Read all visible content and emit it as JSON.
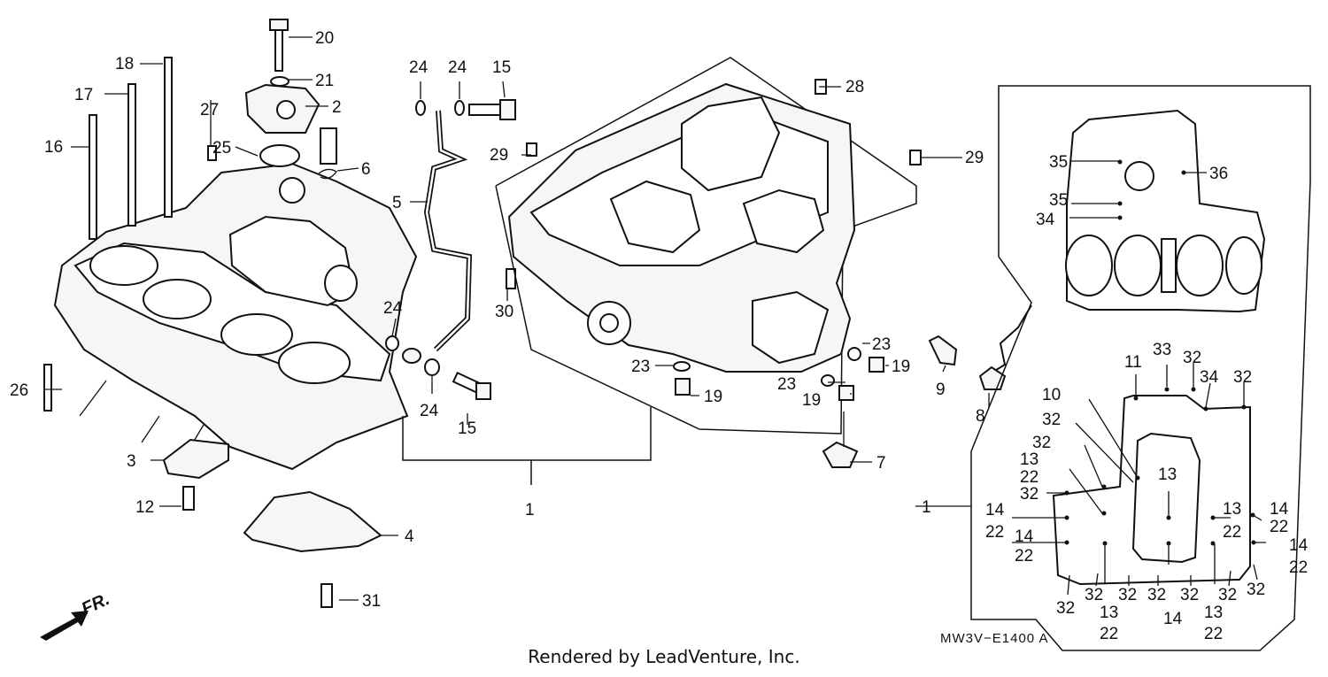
{
  "diagram": {
    "code": "MW3V−E1400 A",
    "direction_label": "FR.",
    "footer": "Rendered by LeadVenture, Inc."
  },
  "labels": [
    {
      "id": "20",
      "text": "20"
    },
    {
      "id": "21",
      "text": "21"
    },
    {
      "id": "2",
      "text": "2"
    },
    {
      "id": "18",
      "text": "18"
    },
    {
      "id": "17",
      "text": "17"
    },
    {
      "id": "16",
      "text": "16"
    },
    {
      "id": "27",
      "text": "27"
    },
    {
      "id": "25",
      "text": "25"
    },
    {
      "id": "6",
      "text": "6"
    },
    {
      "id": "24a",
      "text": "24"
    },
    {
      "id": "24b",
      "text": "24"
    },
    {
      "id": "15a",
      "text": "15"
    },
    {
      "id": "28",
      "text": "28"
    },
    {
      "id": "29a",
      "text": "29"
    },
    {
      "id": "29b",
      "text": "29"
    },
    {
      "id": "5",
      "text": "5"
    },
    {
      "id": "30",
      "text": "30"
    },
    {
      "id": "24c",
      "text": "24"
    },
    {
      "id": "24d",
      "text": "24"
    },
    {
      "id": "15b",
      "text": "15"
    },
    {
      "id": "23a",
      "text": "23"
    },
    {
      "id": "19a",
      "text": "19"
    },
    {
      "id": "23b",
      "text": "23"
    },
    {
      "id": "19b",
      "text": "19"
    },
    {
      "id": "23c",
      "text": "23"
    },
    {
      "id": "19c",
      "text": "19"
    },
    {
      "id": "9",
      "text": "9"
    },
    {
      "id": "8",
      "text": "8"
    },
    {
      "id": "7",
      "text": "7"
    },
    {
      "id": "26",
      "text": "26"
    },
    {
      "id": "3",
      "text": "3"
    },
    {
      "id": "12",
      "text": "12"
    },
    {
      "id": "4",
      "text": "4"
    },
    {
      "id": "31",
      "text": "31"
    },
    {
      "id": "1a",
      "text": "1"
    },
    {
      "id": "1b",
      "text": "1"
    },
    {
      "id": "35a",
      "text": "35"
    },
    {
      "id": "36",
      "text": "36"
    },
    {
      "id": "35b",
      "text": "35"
    },
    {
      "id": "34a",
      "text": "34"
    },
    {
      "id": "11",
      "text": "11"
    },
    {
      "id": "33",
      "text": "33"
    },
    {
      "id": "32a",
      "text": "32"
    },
    {
      "id": "34b",
      "text": "34"
    },
    {
      "id": "32b",
      "text": "32"
    },
    {
      "id": "10",
      "text": "10"
    },
    {
      "id": "32c",
      "text": "32"
    },
    {
      "id": "32d",
      "text": "32"
    },
    {
      "id": "13a",
      "text": "13"
    },
    {
      "id": "22a",
      "text": "22"
    },
    {
      "id": "32e",
      "text": "32"
    },
    {
      "id": "13b",
      "text": "13"
    },
    {
      "id": "14a",
      "text": "14"
    },
    {
      "id": "22b",
      "text": "22"
    },
    {
      "id": "14b",
      "text": "14"
    },
    {
      "id": "22c",
      "text": "22"
    },
    {
      "id": "13c",
      "text": "13"
    },
    {
      "id": "22d",
      "text": "22"
    },
    {
      "id": "14c",
      "text": "14"
    },
    {
      "id": "22e",
      "text": "22"
    },
    {
      "id": "14d",
      "text": "14"
    },
    {
      "id": "22f",
      "text": "22"
    },
    {
      "id": "32f",
      "text": "32"
    },
    {
      "id": "32g",
      "text": "32"
    },
    {
      "id": "32h",
      "text": "32"
    },
    {
      "id": "32i",
      "text": "32"
    },
    {
      "id": "32j",
      "text": "32"
    },
    {
      "id": "32k",
      "text": "32"
    },
    {
      "id": "32l",
      "text": "32"
    },
    {
      "id": "13d",
      "text": "13"
    },
    {
      "id": "22g",
      "text": "22"
    },
    {
      "id": "14e",
      "text": "14"
    },
    {
      "id": "13e",
      "text": "13"
    },
    {
      "id": "22h",
      "text": "22"
    }
  ]
}
